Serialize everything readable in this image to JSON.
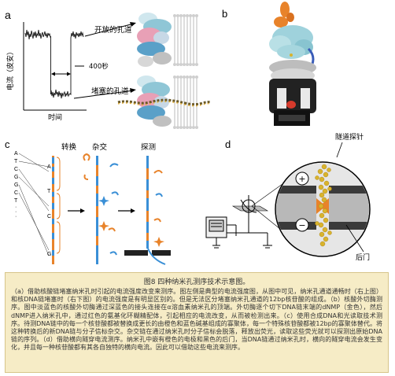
{
  "panels": {
    "a": {
      "label": "a",
      "y_label": "电流（皮安）",
      "x_label": "时间",
      "top_annotation": "开放的孔道",
      "bottom_annotation": "堵塞的孔道",
      "duration_label": "400秒"
    },
    "b": {
      "label": "b"
    },
    "c": {
      "label": "c",
      "steps": [
        "转换",
        "杂交",
        "探测"
      ],
      "sequence": [
        "A",
        "T",
        "C",
        "G",
        "G",
        "C",
        "T",
        "·",
        "·",
        "·"
      ],
      "strand_letters": [
        "A",
        "T",
        "C",
        "G"
      ]
    },
    "d": {
      "label": "d",
      "probe_label": "隧道探针",
      "gate_label": "后门",
      "plus": "⊕",
      "minus": "⊖"
    }
  },
  "caption": {
    "title": "图8  四种纳米孔测序技术示意图。",
    "paragraphs": [
      "（a）借助核酸链堵塞纳米孔时引起的电流强度改变来测序。图左侧是典型的电流强度图，从图中可见，纳米孔通道通畅时（右上图）和核DNA链堵塞时（右下图）的电流强度是有明显区别的。但是无法区分堵塞纳米孔通道的12bp核苷酸的组成。（b）核酸外切酶测序。图中淡蓝色的核酸外切酶通过深蓝色的接头连接在α溶血素纳米孔的顶端。外切酶逐个切下DNA链末端的dNMP（金色），然后dNMP进入纳米孔中，通过红色的氨基化环糊精配体，引起相应的电流改变，从而被检测出来。（c）使用合成DNA和光读取技术测序。待测DNA链中的每一个核苷酸都被替换成更长的由橙色和蓝色碱基组成的寡聚体，每一个特殊核苷酸都被12bp的寡聚体替代。将这种转换后的新DNA链与分子信标杂交。杂交链在通过纳米孔时分子信标会脱落，释放出荧光，读取这些荧光就可以探测出原始DNA链的序列。（d）借助横向隧穿电流测序。纳米孔中嵌有橙色的电极和黑色的后门，当DNA链通过纳米孔时，横向的隧穿电流会发生变化，并且每一种核苷酸都有其各自独特的横向电流。因此可以借助这些电流来测序。"
    ]
  },
  "colors": {
    "caption_bg": "#f6ecc6",
    "orange": "#e8832a",
    "blue": "#3a8fd6",
    "pink": "#e98aa6",
    "lightblue": "#9fd2dc",
    "gold": "#d9b32c"
  }
}
